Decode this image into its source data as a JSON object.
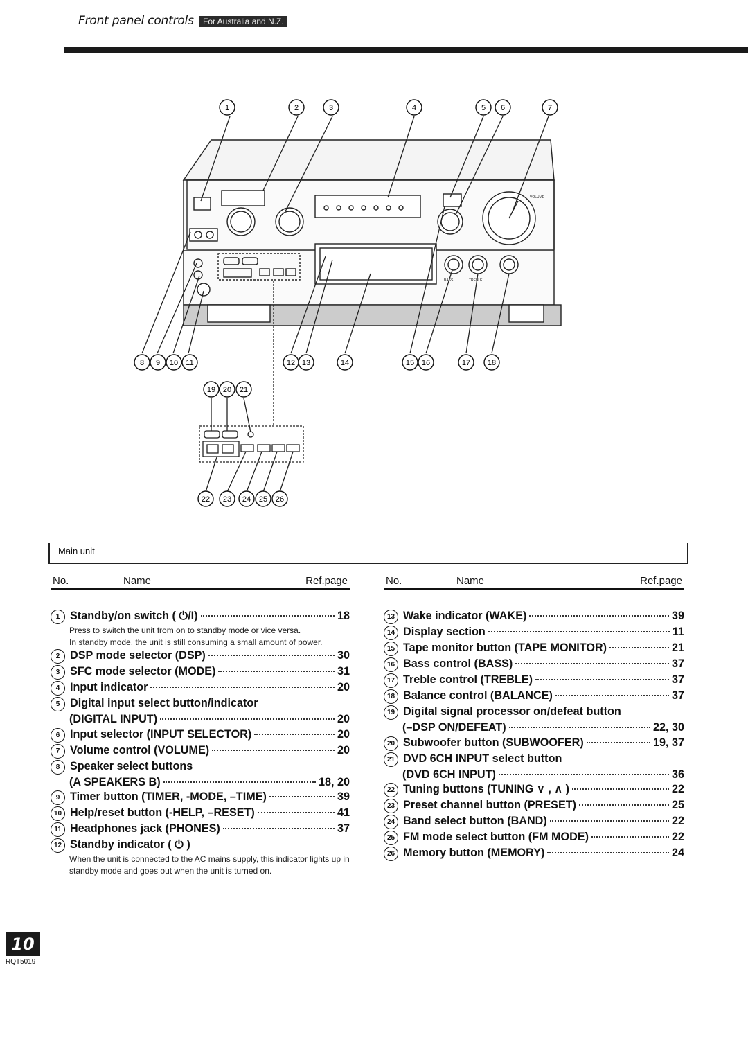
{
  "header": {
    "title": "Front panel controls",
    "badge": "For Australia and N.Z."
  },
  "caption": "Main unit",
  "table_headers": {
    "no": "No.",
    "name": "Name",
    "ref": "Ref.page"
  },
  "left_items": [
    {
      "no": "1",
      "name": "Standby/on switch ( ⏻/I)",
      "ref": "18",
      "notes": [
        "Press to switch the unit from on to standby mode or vice versa.",
        "In standby mode, the unit is still consuming a small amount of power."
      ]
    },
    {
      "no": "2",
      "name": "DSP mode selector (DSP)",
      "ref": "30"
    },
    {
      "no": "3",
      "name": "SFC mode selector (MODE)",
      "ref": "31"
    },
    {
      "no": "4",
      "name": "Input indicator",
      "ref": "20"
    },
    {
      "no": "5",
      "name": "Digital input select button/indicator",
      "cont": "(DIGITAL INPUT)",
      "ref": "20"
    },
    {
      "no": "6",
      "name": "Input selector (INPUT SELECTOR)",
      "ref": "20"
    },
    {
      "no": "7",
      "name": "Volume control (VOLUME)",
      "ref": "20"
    },
    {
      "no": "8",
      "name": "Speaker select buttons",
      "cont": "(A SPEAKERS B)",
      "ref": "18, 20"
    },
    {
      "no": "9",
      "name": "Timer button (TIMER, -MODE, –TIME)",
      "ref": "39"
    },
    {
      "no": "10",
      "name": "Help/reset button (-HELP, –RESET)",
      "ref": "41"
    },
    {
      "no": "11",
      "name": "Headphones jack (PHONES)",
      "ref": "37"
    },
    {
      "no": "12",
      "name": "Standby indicator ( ⏻ )",
      "ref": "",
      "notes": [
        "When the unit is connected to the AC mains supply, this indicator lights up in standby mode and goes out when the unit is turned on."
      ]
    }
  ],
  "right_items": [
    {
      "no": "13",
      "name": "Wake indicator (WAKE)",
      "ref": "39"
    },
    {
      "no": "14",
      "name": "Display section",
      "ref": "11"
    },
    {
      "no": "15",
      "name": "Tape monitor button (TAPE MONITOR)",
      "ref": "21"
    },
    {
      "no": "16",
      "name": "Bass control (BASS)",
      "ref": "37"
    },
    {
      "no": "17",
      "name": "Treble control (TREBLE)",
      "ref": "37"
    },
    {
      "no": "18",
      "name": "Balance control (BALANCE)",
      "ref": "37"
    },
    {
      "no": "19",
      "name": "Digital signal processor on/defeat button",
      "cont": "(–DSP ON/DEFEAT)",
      "ref": "22, 30"
    },
    {
      "no": "20",
      "name": "Subwoofer button (SUBWOOFER)",
      "ref": "19, 37"
    },
    {
      "no": "21",
      "name": "DVD 6CH INPUT select button",
      "cont": "(DVD 6CH INPUT)",
      "ref": "36"
    },
    {
      "no": "22",
      "name": "Tuning buttons (TUNING ∨ , ∧ )",
      "ref": "22"
    },
    {
      "no": "23",
      "name": "Preset channel button (PRESET)",
      "ref": "25"
    },
    {
      "no": "24",
      "name": "Band select button (BAND)",
      "ref": "22"
    },
    {
      "no": "25",
      "name": "FM mode select button (FM MODE)",
      "ref": "22"
    },
    {
      "no": "26",
      "name": "Memory button (MEMORY)",
      "ref": "24"
    }
  ],
  "diagram": {
    "top_callouts": [
      "1",
      "2",
      "3",
      "4",
      "5",
      "6",
      "7"
    ],
    "bottom_callouts": [
      "8",
      "9",
      "10",
      "11",
      "12",
      "13",
      "14",
      "15",
      "16",
      "17",
      "18"
    ],
    "mid_callouts": [
      "19",
      "20",
      "21"
    ],
    "lower_callouts": [
      "22",
      "23",
      "24",
      "25",
      "26"
    ],
    "label_volume": "VOLUME",
    "label_bass": "BASS",
    "label_treble": "TREBLE"
  },
  "page_number": "10",
  "doc_code": "RQT5019"
}
